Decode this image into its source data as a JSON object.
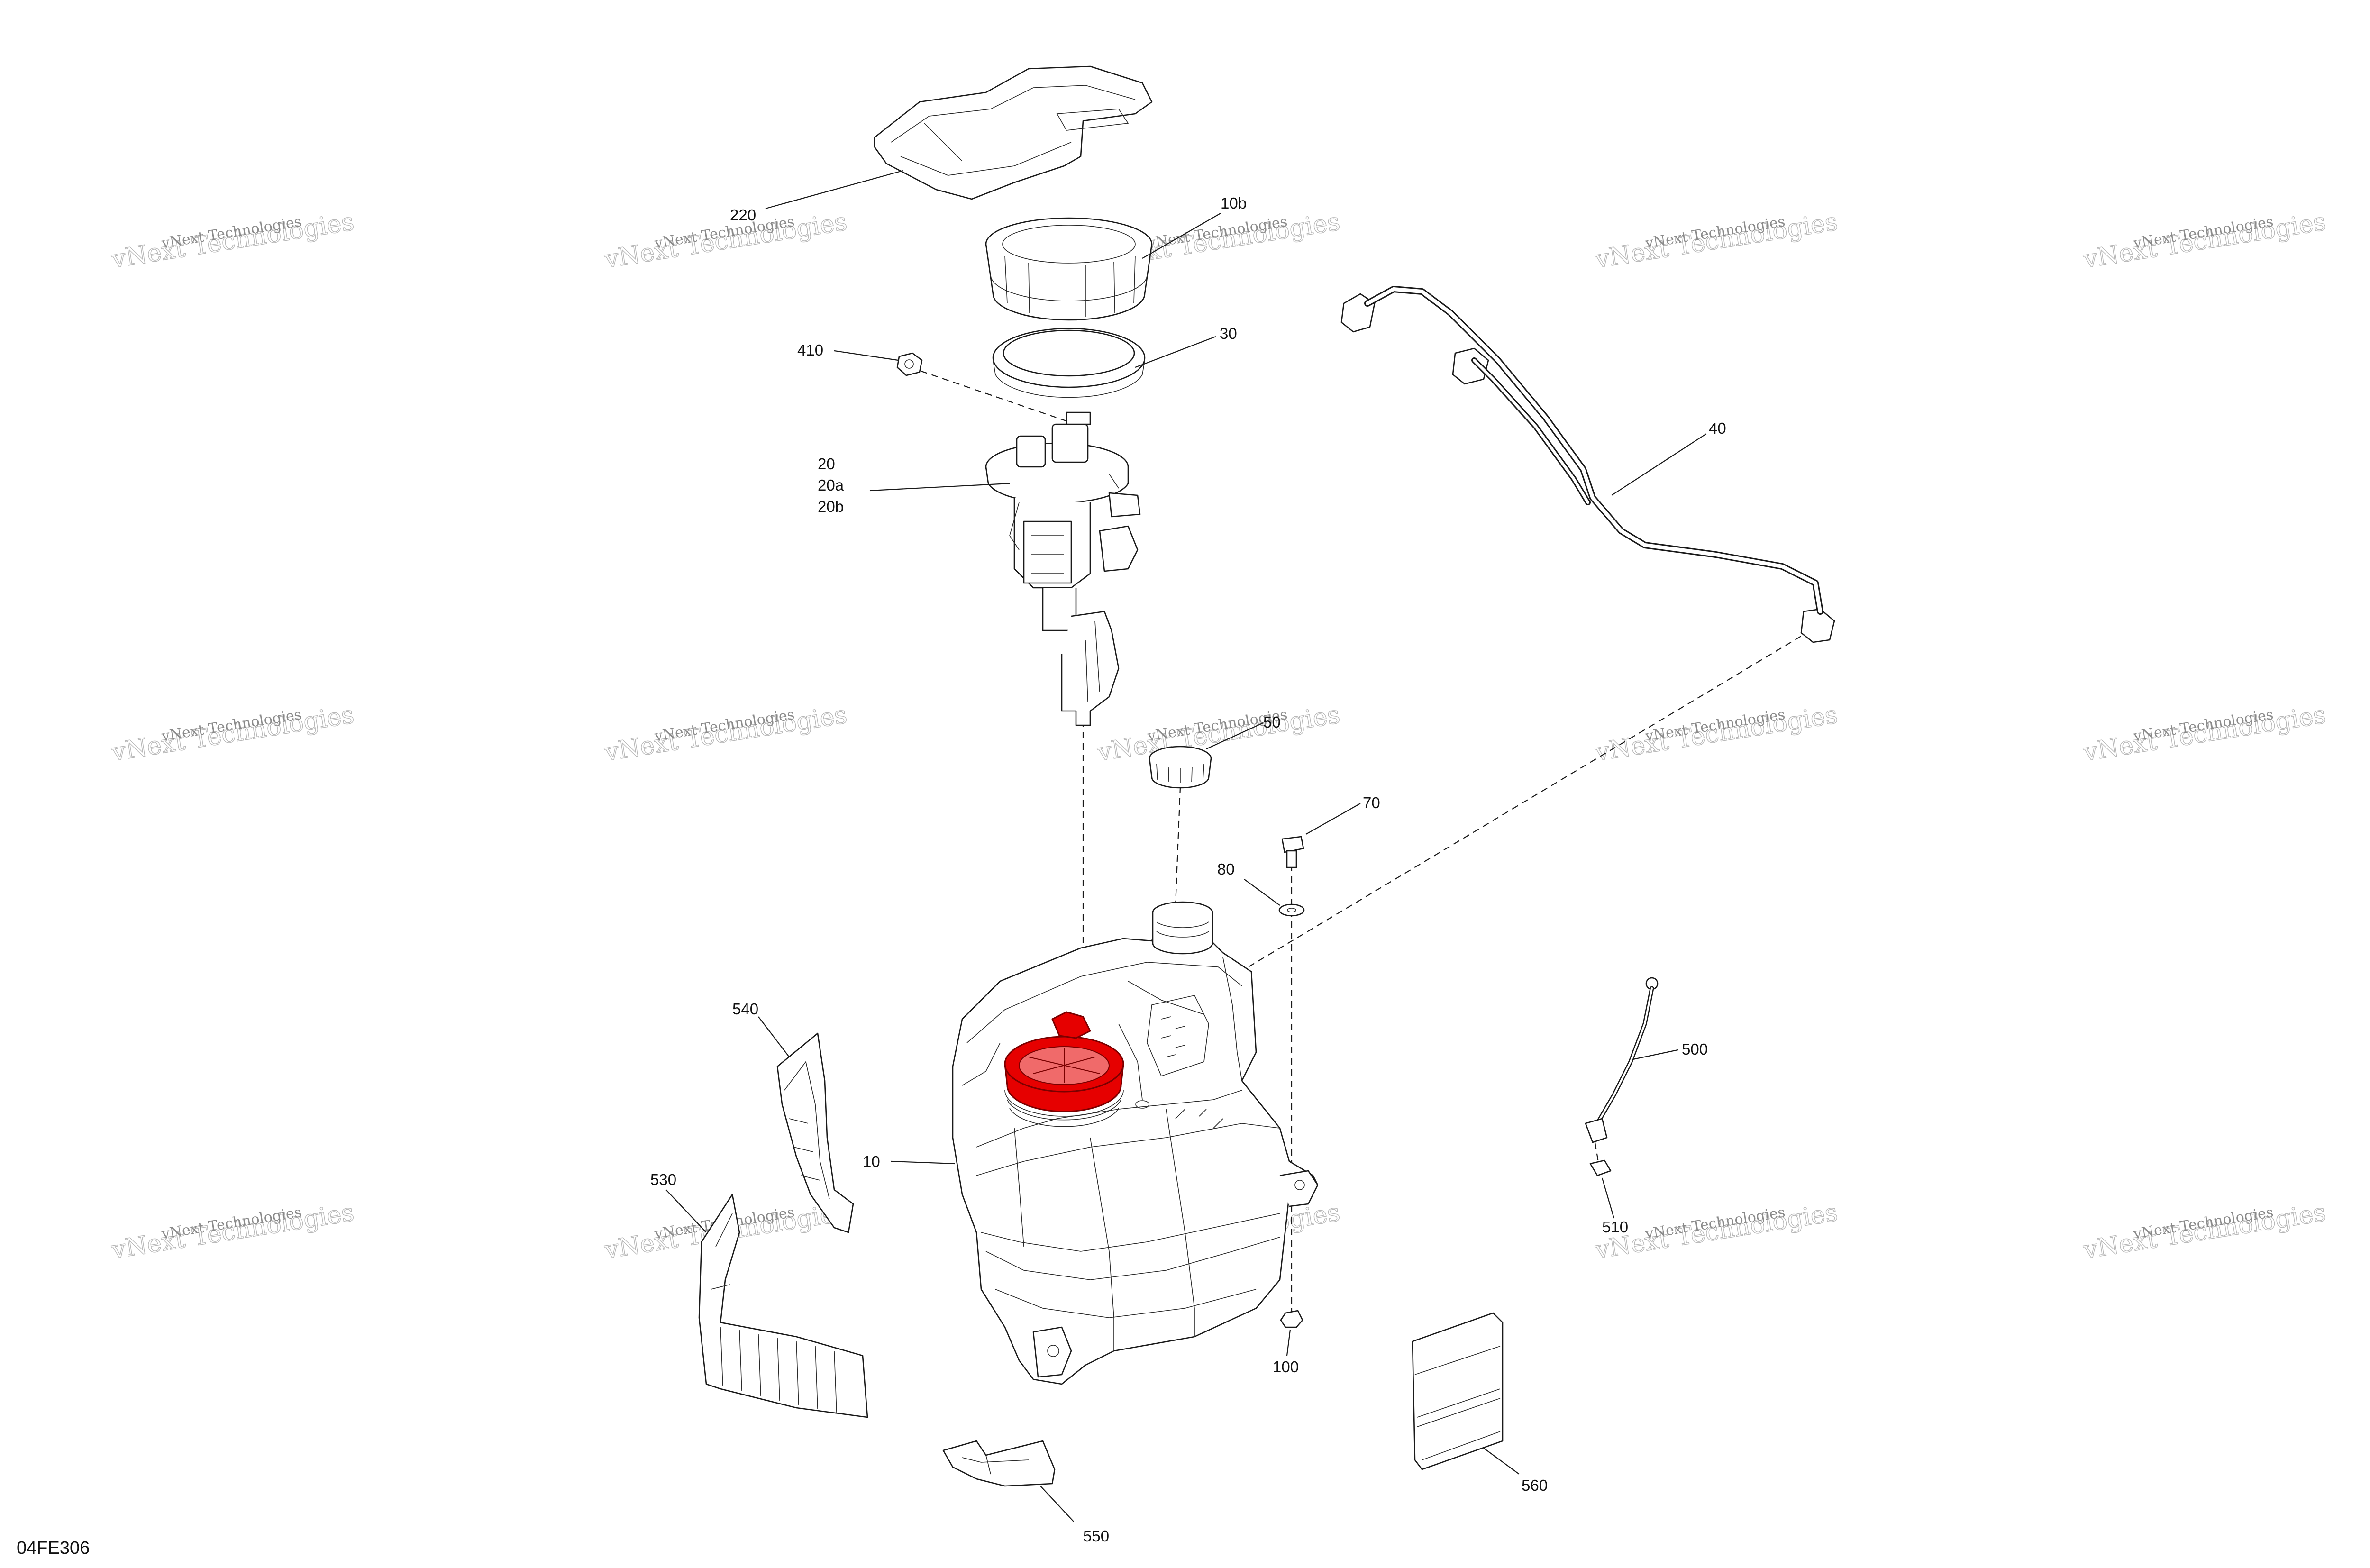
{
  "diagram": {
    "figure_code": "04FE306",
    "watermark": {
      "line1": "vNext Technologies",
      "line2": "vNext Technologies"
    },
    "highlight_color": "#e60000",
    "callouts": {
      "c220": "220",
      "c10b": "10b",
      "c30": "30",
      "c410": "410",
      "c20": "20",
      "c20a": "20a",
      "c20b": "20b",
      "c40": "40",
      "c50": "50",
      "c70": "70",
      "c80": "80",
      "c540": "540",
      "c500": "500",
      "c10": "10",
      "c530": "530",
      "c510": "510",
      "c100": "100",
      "c560": "560",
      "c550": "550"
    }
  }
}
